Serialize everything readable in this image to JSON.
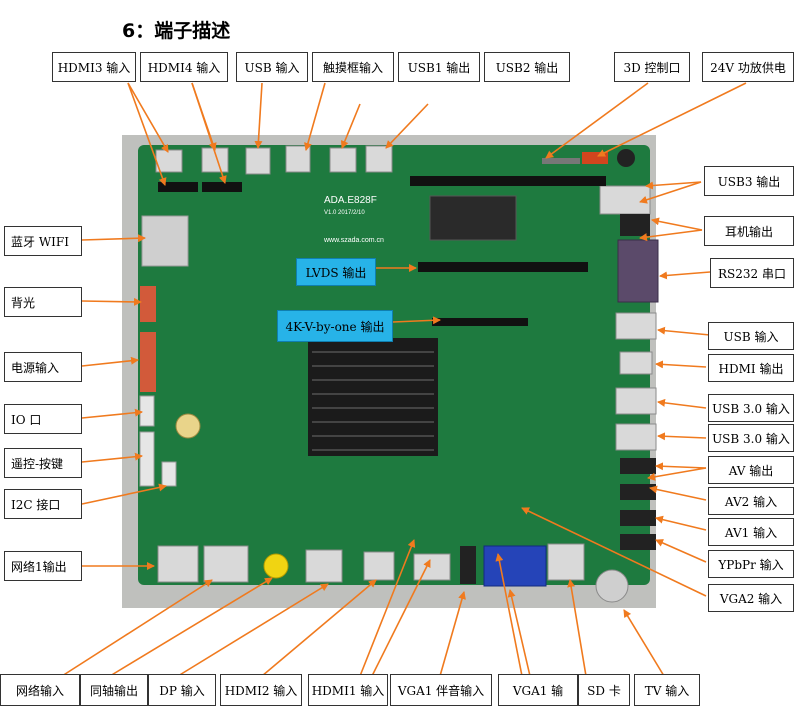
{
  "title": "6：端子描述",
  "board_text": {
    "model": "ADA.E828F",
    "version": "V1.0 2017/2/10",
    "site": "www.szada.com.cn"
  },
  "labels": {
    "hdmi3_in": "HDMI3 输入",
    "hdmi4_in": "HDMI4 输入",
    "usb_in_top": "USB 输入",
    "touch_frame_in": "触摸框输入",
    "usb1_out": "USB1 输出",
    "usb2_out": "USB2 输出",
    "ctrl_3d": "3D 控制口",
    "power_24v": "24V 功放供电",
    "usb3_out": "USB3 输出",
    "headphone_out": "耳机输出",
    "rs232": "RS232 串口",
    "usb_in_right": "USB 输入",
    "hdmi_out": "HDMI 输出",
    "usb30_in_a": "USB 3.0 输入",
    "usb30_in_b": "USB 3.0 输入",
    "av_out": "AV  输出",
    "av2_in": "AV2 输入",
    "av1_in": "AV1 输入",
    "ypbpr_in": "YPbPr  输入",
    "vga2_in": "VGA2 输入",
    "bt_wifi": "蓝牙 WIFI",
    "backlight": "背光",
    "power_in": "电源输入",
    "io_port": "IO 口",
    "remote_keys": "遥控-按键",
    "i2c": "I2C 接口",
    "net1_out": "网络1输出",
    "net_in": "网络输入",
    "coax_out": "同轴输出",
    "dp_in": "DP 输入",
    "hdmi2_in": "HDMI2 输入",
    "hdmi1_in": "HDMI1 输入",
    "vga1_audio_in": "VGA1 伴音输入",
    "vga1_in": "VGA1    输",
    "sd_card": "SD 卡",
    "tv_in": "TV 输入",
    "lvds_out": "LVDS 输出",
    "vbyone_out": "4K-V-by-one 输出"
  },
  "colors": {
    "arrow": "#f07a1e",
    "lvds_box": "#27b3e8",
    "pcb": "#1e7a3f"
  }
}
